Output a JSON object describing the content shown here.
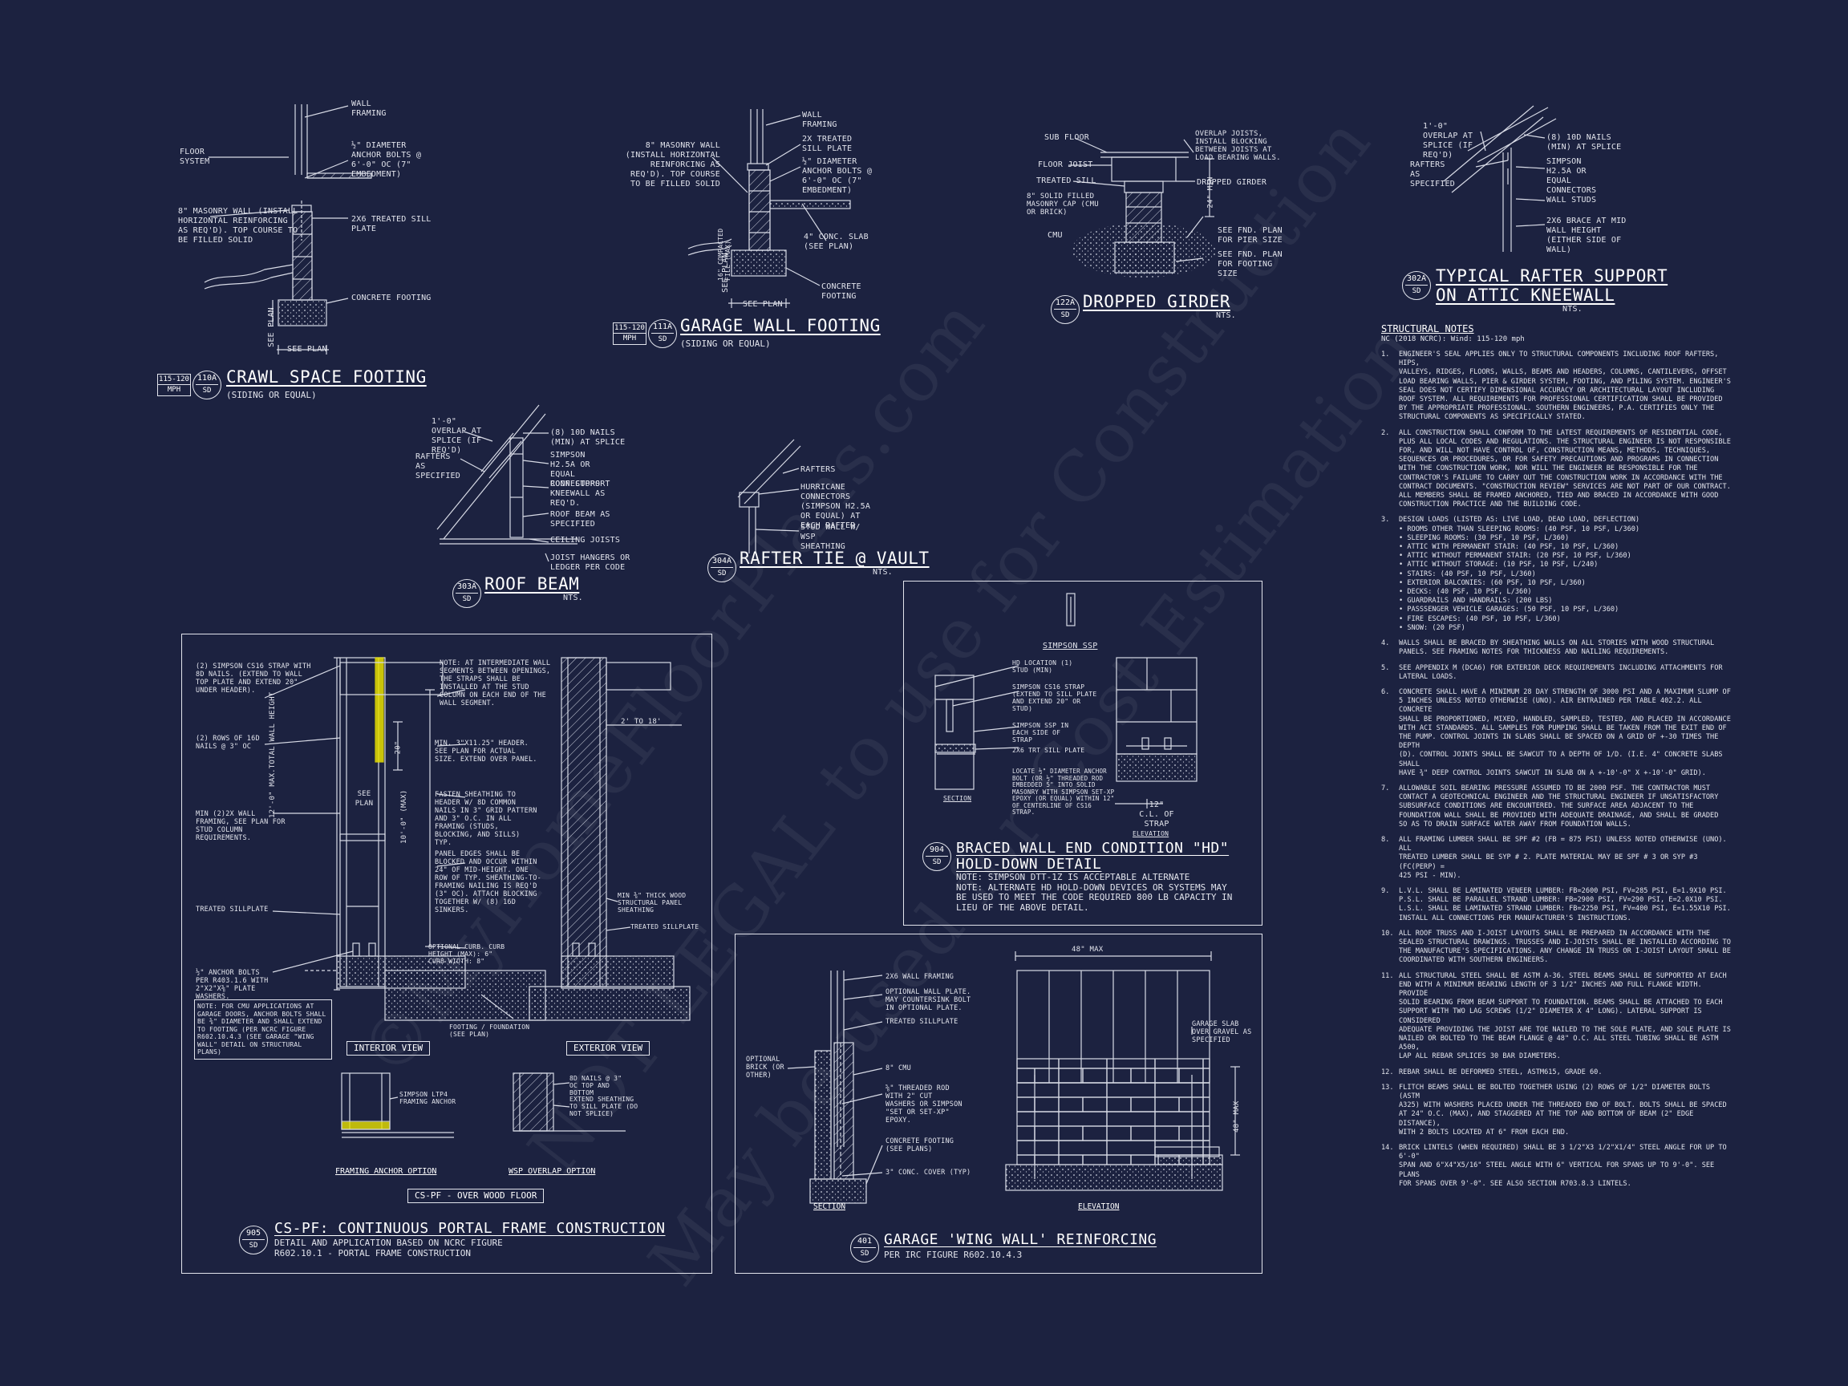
{
  "details": {
    "crawl": {
      "num": "110A",
      "sheet": "SD",
      "mph_top": "115-120",
      "mph_bot": "MPH",
      "title": "CRAWL SPACE FOOTING",
      "sub": "(SIDING OR EQUAL)",
      "labels": [
        "WALL FRAMING",
        "FLOOR SYSTEM",
        "½\" DIAMETER ANCHOR BOLTS @ 6'-0\" OC (7\" EMBEDMENT)",
        "8\" MASONRY WALL (INSTALL HORIZONTAL REINFORCING AS REQ'D). TOP COURSE TO BE FILLED SOLID",
        "2x6 TREATED SILL PLATE",
        "CONCRETE FOOTING",
        "SEE PLAN",
        "SEE PLAN"
      ]
    },
    "garage_wall": {
      "num": "111A",
      "sheet": "SD",
      "mph_top": "115-120",
      "mph_bot": "MPH",
      "title": "GARAGE WALL FOOTING",
      "sub": "(SIDING OR EQUAL)",
      "labels": [
        "WALL FRAMING",
        "2x TREATED SILL PLATE",
        "8\" MASONRY WALL (INSTALL HORIZONTAL REINFORCING AS REQ'D). TOP COURSE TO BE FILLED SOLID",
        "½\" DIAMETER ANCHOR BOLTS @ 6'-0\" OC (7\" EMBEDMENT)",
        "4\" CONC. SLAB (SEE PLAN)",
        "CONCRETE FOOTING",
        "SEE PLAN",
        "SEE PLAN",
        "16\" COMPACTED FILL (MAX)"
      ]
    },
    "girder": {
      "num": "122A",
      "sheet": "SD",
      "title": "DROPPED GIRDER",
      "nts": "NTS.",
      "labels": [
        "SUB FLOOR",
        "FLOOR JOIST",
        "TREATED SILL",
        "8\" SOLID FILLED MASONRY CAP (CMU OR BRICK)",
        "CMU",
        "OVERLAP JOISTS, INSTALL BLOCKING BETWEEN JOISTS AT LOAD BEARING WALLS.",
        "DROPPED GIRDER",
        "SEE FND. PLAN FOR PIER SIZE",
        "SEE FND. PLAN FOR FOOTING SIZE",
        "24\" MIN"
      ]
    },
    "rafter_support": {
      "num": "302A",
      "sheet": "SD",
      "title": "TYPICAL RAFTER SUPPORT",
      "title2": "ON ATTIC KNEEWALL",
      "nts": "NTS.",
      "labels": [
        "1'-0\" OVERLAP AT SPLICE (IF REQ'D)",
        "RAFTERS AS SPECIFIED",
        "(8) 10d NAILS (MIN) AT SPLICE",
        "SIMPSON H2.5A OR EQUAL CONNECTORS",
        "WALL STUDS",
        "2x6 BRACE AT MID WALL HEIGHT (EITHER SIDE OF WALL)"
      ]
    },
    "roof_beam": {
      "num": "303A",
      "sheet": "SD",
      "title": "ROOF BEAM",
      "nts": "NTS.",
      "labels": [
        "1'-0\" OVERLAP AT SPLICE (IF REQ'D)",
        "RAFTERS AS SPECIFIED",
        "(8) 10d NAILS (MIN) AT SPLICE",
        "SIMPSON H2.5A OR EQUAL CONNECTORS",
        "ROOF SUPPORT KNEEWALL AS REQ'D.",
        "ROOF BEAM AS SPECIFIED",
        "CEILING JOISTS",
        "JOIST HANGERS OR LEDGER PER CODE"
      ]
    },
    "rafter_tie": {
      "num": "304A",
      "sheet": "SD",
      "title": "RAFTER TIE @ VAULT",
      "nts": "NTS.",
      "labels": [
        "RAFTERS",
        "HURRICANE CONNECTORS (SIMPSON H2.5A OR EQUAL) AT EACH RAFTER",
        "STUD WALL W/ WSP SHEATHING"
      ]
    },
    "hold_down": {
      "num": "904",
      "sheet": "SD",
      "title": "BRACED WALL END CONDITION \"HD\"",
      "title2": "HOLD-DOWN DETAIL",
      "sub": "NOTE: SIMPSON DTT-1Z IS ACCEPTABLE ALTERNATE\nNOTE: ALTERNATE HD HOLD-DOWN DEVICES OR SYSTEMS MAY\nBE USED TO MEET THE CODE REQUIRED 800 LB CAPACITY IN\nLIEU OF THE ABOVE DETAIL.",
      "labels": [
        "SIMPSON SSP",
        "HD LOCATION (1) STUD (MIN)",
        "SIMPSON CS16 STRAP (EXTEND TO SILL PLATE AND EXTEND 20\" OR STUD)",
        "SIMPSON SSP IN EACH SIDE OF STRAP",
        "2x6 TRT SILL PLATE",
        "LOCATE ½\" DIAMETER ANCHOR BOLT (OR ½\" THREADED ROD EMBEDDED 5\" INTO SOLID MASONRY WITH SIMPSON SET-XP EPOXY (OR EQUAL) WITHIN 12\" OF CENTERLINE OF CS16 STRAP.",
        "12\" C.L. OF STRAP",
        "SECTION",
        "ELEVATION"
      ]
    },
    "portal": {
      "num": "905",
      "sheet": "SD",
      "title": "CS-PF: CONTINUOUS PORTAL FRAME CONSTRUCTION",
      "sub": "DETAIL AND APPLICATION BASED ON NCRC FIGURE\nR602.10.1 - PORTAL FRAME CONSTRUCTION",
      "labels": [
        "(2) SIMPSON CS16 STRAP WITH 8d NAILS. (EXTEND TO WALL TOP PLATE AND EXTEND 20\" UNDER HEADER).",
        "(2) ROWS OF 16d NAILS @ 3\" OC",
        "MIN (2)2X WALL FRAMING, SEE PLAN FOR STUD COLUMN REQUIREMENTS.",
        "TREATED SILLPLATE",
        "½\" ANCHOR BOLTS PER R403.1.6 WITH 2\"x2\"x⅜\" PLATE WASHERS.",
        "NOTE: FOR CMU APPLICATIONS AT GARAGE DOORS, ANCHOR BOLTS SHALL BE ⅜\" DIAMETER AND SHALL EXTEND TO FOOTING (PER NCRC FIGURE R602.10.4.3 (SEE GARAGE \"WING WALL\" DETAIL ON STRUCTURAL PLANS)",
        "NOTE: AT INTERMEDIATE WALL SEGMENTS BETWEEN OPENINGS, THE STRAPS SHALL BE INSTALLED AT THE STUD COLUMN ON EACH END OF THE WALL SEGMENT.",
        "MIN. 3\"x11.25\" HEADER. SEE PLAN FOR ACTUAL SIZE. EXTEND OVER PANEL.",
        "FASTEN SHEATHING TO HEADER W/ 8d COMMON NAILS IN 3\" GRID PATTERN AND 3\" O.C. IN ALL FRAMING (STUDS, BLOCKING, AND SILLS) TYP.",
        "PANEL EDGES SHALL BE BLOCKED AND OCCUR WITHIN 24\" OF MID-HEIGHT. ONE ROW OF TYP. SHEATHING-TO-FRAMING NAILING IS REQ'D (3\" OC). ATTACH BLOCKING TOGETHER W/ (8) 16d SINKERS.",
        "OPTIONAL CURB. CURB HEIGHT (MAX): 6\" CURB WIDTH: 8\"",
        "FOOTING / FOUNDATION (SEE PLAN)",
        "MIN ⅜\" THICK WOOD STRUCTURAL PANEL SHEATHING",
        "TREATED SILLPLATE",
        "20\"",
        "12'-0\" MAX.TOTAL WALL HEIGHT",
        "10'-0\" (MAX)",
        "2' TO 18'",
        "SEE PLAN",
        "SIMPSON LTP4 FRAMING ANCHOR",
        "8d NAILS @ 3\" OC TOP AND BOTTOM",
        "EXTEND SHEATHING TO SILL PLATE (DO NOT SPLICE)"
      ],
      "view_int": "INTERIOR VIEW",
      "view_ext": "EXTERIOR VIEW",
      "opt1": "FRAMING ANCHOR OPTION",
      "opt2": "WSP OVERLAP OPTION",
      "tag": "CS-PF - OVER WOOD FLOOR"
    },
    "wing_wall": {
      "num": "401",
      "sheet": "SD",
      "title": "GARAGE 'WING WALL' REINFORCING",
      "sub": "PER IRC FIGURE R602.10.4.3",
      "labels": [
        "2x6 WALL FRAMING",
        "OPTIONAL WALL PLATE. MAY COUNTERSINK BOLT IN OPTIONAL PLATE.",
        "TREATED SILLPLATE",
        "OPTIONAL BRICK (OR OTHER)",
        "8\" CMU",
        "⅝\" THREADED ROD WITH 2\" CUT WASHERS OR SIMPSON \"SET OR SET-XP\" EPOXY.",
        "CONCRETE FOOTING (SEE PLANS)",
        "3\" CONC. COVER (TYP)",
        "GARAGE SLAB OVER GRAVEL AS SPECIFIED",
        "48\" MAX",
        "48\" MAX",
        "SECTION",
        "ELEVATION"
      ]
    }
  },
  "structural_notes": {
    "heading": "STRUCTURAL NOTES",
    "ref": "NC (2018 NCRC): Wind: 115-120 mph",
    "items": [
      {
        "n": "1.",
        "lines": [
          "ENGINEER'S SEAL APPLIES ONLY TO STRUCTURAL COMPONENTS INCLUDING ROOF RAFTERS, HIPS,",
          "VALLEYS, RIDGES, FLOORS, WALLS, BEAMS AND HEADERS, COLUMNS, CANTILEVERS, OFFSET",
          "LOAD BEARING WALLS, PIER & GIRDER SYSTEM, FOOTING, AND PILING SYSTEM. ENGINEER'S",
          "SEAL DOES NOT CERTIFY DIMENSIONAL ACCURACY OR ARCHITECTURAL LAYOUT INCLUDING",
          "ROOF SYSTEM. ALL REQUIREMENTS FOR PROFESSIONAL CERTIFICATION SHALL BE PROVIDED",
          "BY THE APPROPRIATE PROFESSIONAL. SOUTHERN ENGINEERS, P.A. CERTIFIES ONLY THE",
          "STRUCTURAL COMPONENTS AS SPECIFICALLY STATED."
        ]
      },
      {
        "n": "2.",
        "lines": [
          "ALL CONSTRUCTION SHALL CONFORM TO THE LATEST REQUIREMENTS OF RESIDENTIAL CODE,",
          "PLUS ALL LOCAL CODES AND REGULATIONS. THE STRUCTURAL ENGINEER IS NOT RESPONSIBLE",
          "FOR, AND WILL NOT HAVE CONTROL OF, CONSTRUCTION MEANS, METHODS, TECHNIQUES,",
          "SEQUENCES OR PROCEDURES, OR FOR SAFETY PRECAUTIONS AND PROGRAMS IN CONNECTION",
          "WITH THE CONSTRUCTION WORK, NOR WILL THE ENGINEER BE RESPONSIBLE FOR THE",
          "CONTRACTOR'S FAILURE TO CARRY OUT THE CONSTRUCTION WORK IN ACCORDANCE WITH THE",
          "CONTRACT DOCUMENTS. \"CONSTRUCTION REVIEW\" SERVICES ARE NOT PART OF OUR CONTRACT.",
          "ALL MEMBERS SHALL BE FRAMED ANCHORED, TIED AND BRACED IN ACCORDANCE WITH GOOD",
          "CONSTRUCTION PRACTICE AND THE BUILDING CODE."
        ]
      },
      {
        "n": "3.",
        "lines": [
          "DESIGN LOADS (LISTED AS: LIVE LOAD, DEAD LOAD, DEFLECTION)",
          "•  ROOMS OTHER THAN SLEEPING ROOMS: (40 PSF, 10 PSF, L/360)",
          "•  SLEEPING ROOMS: (30 PSF, 10 PSF, L/360)",
          "•  ATTIC WITH PERMANENT STAIR: (40 PSF, 10 PSF, L/360)",
          "•  ATTIC WITHOUT PERMANENT STAIR: (20 PSF, 10 PSF, L/360)",
          "•  ATTIC WITHOUT STORAGE: (10 PSF, 10 PSF, L/240)",
          "•  STAIRS: (40 PSF, 10 PSF, L/360)",
          "•  EXTERIOR BALCONIES: (60 PSF, 10 PSF, L/360)",
          "•  DECKS: (40 PSF, 10 PSF, L/360)",
          "•  GUARDRAILS AND HANDRAILS: (200 LBS)",
          "•  PASSSENGER VEHICLE GARAGES: (50 PSF, 10 PSF, L/360)",
          "•  FIRE ESCAPES: (40 PSF, 10 PSF, L/360)",
          "•  SNOW: (20 PSF)"
        ]
      },
      {
        "n": "4.",
        "lines": [
          "WALLS SHALL BE BRACED BY SHEATHING WALLS ON ALL STORIES WITH WOOD STRUCTURAL",
          "PANELS. SEE FRAMING NOTES FOR THICKNESS AND NAILING REQUIREMENTS."
        ]
      },
      {
        "n": "5.",
        "lines": [
          "SEE APPENDIX M (DCA6) FOR EXTERIOR DECK REQUIREMENTS INCLUDING ATTACHMENTS FOR",
          "LATERAL LOADS."
        ]
      },
      {
        "n": "6.",
        "lines": [
          "CONCRETE SHALL HAVE A MINIMUM 28 DAY STRENGTH OF 3000 PSI AND A MAXIMUM SLUMP OF",
          "5 INCHES UNLESS NOTED OTHERWISE (UNO). AIR ENTRAINED PER TABLE 402.2. ALL CONCRETE",
          "SHALL BE PROPORTIONED, MIXED, HANDLED, SAMPLED, TESTED, AND PLACED IN ACCORDANCE",
          "WITH ACI STANDARDS. ALL SAMPLES FOR PUMPING SHALL BE TAKEN FROM THE EXIT END OF",
          "THE PUMP. CONTROL JOINTS IN SLABS SHALL BE SPACED ON A GRID OF +-30 TIMES THE DEPTH",
          "(D). CONTROL JOINTS SHALL BE SAWCUT TO A DEPTH OF 1/D. (I.E. 4\" CONCRETE SLABS SHALL",
          "HAVE ¾\" DEEP CONTROL JOINTS SAWCUT IN SLAB ON A +-10'-0\" x +-10'-0\" GRID)."
        ]
      },
      {
        "n": "7.",
        "lines": [
          "ALLOWABLE SOIL BEARING PRESSURE ASSUMED TO BE 2000 PSF. THE CONTRACTOR MUST",
          "CONTACT A GEOTECHNICAL ENGINEER AND THE STRUCTURAL ENGINEER IF UNSATISFACTORY",
          "SUBSURFACE CONDITIONS ARE ENCOUNTERED. THE SURFACE AREA ADJACENT TO THE",
          "FOUNDATION WALL SHALL BE PROVIDED WITH ADEQUATE DRAINAGE, AND SHALL BE GRADED",
          "SO AS TO DRAIN SURFACE WATER AWAY FROM FOUNDATION WALLS."
        ]
      },
      {
        "n": "8.",
        "lines": [
          "ALL FRAMING LUMBER SHALL BE SPF #2 (Fb = 875 PSI) UNLESS NOTED OTHERWISE (UNO). ALL",
          "TREATED LUMBER SHALL BE SYP # 2. PLATE MATERIAL MAY BE SPF # 3 OR SYP #3 (Fc(perp) =",
          "425 PSI - MIN)."
        ]
      },
      {
        "n": "9.",
        "lines": [
          "L.V.L. SHALL BE LAMINATED VENEER LUMBER: Fb=2600 PSI, Fv=285 PSI, E=1.9x10  PSI.",
          "P.S.L. SHALL BE PARALLEL STRAND LUMBER: Fb=2900 PSI, Fv=290 PSI, E=2.0x10  PSI.",
          "L.S.L. SHALL BE LAMINATED STRAND LUMBER: Fb=2250 PSI, Fv=400 PSI, E=1.55x10  PSI.",
          "INSTALL ALL CONNECTIONS PER MANUFACTURER'S INSTRUCTIONS."
        ]
      },
      {
        "n": "10.",
        "lines": [
          "ALL ROOF TRUSS AND I-JOIST LAYOUTS SHALL BE PREPARED IN ACCORDANCE WITH THE",
          "SEALED STRUCTURAL DRAWINGS. TRUSSES AND I-JOISTS SHALL BE INSTALLED ACCORDING TO",
          "THE MANUFACTURE'S SPECIFICATIONS. ANY CHANGE IN TRUSS OR I-JOIST LAYOUT SHALL BE",
          "COORDINATED WITH SOUTHERN ENGINEERS."
        ]
      },
      {
        "n": "11.",
        "lines": [
          "ALL STRUCTURAL STEEL SHALL BE ASTM A-36. STEEL BEAMS SHALL BE SUPPORTED AT EACH",
          "END WITH A MINIMUM BEARING LENGTH OF 3 1/2\" INCHES AND FULL FLANGE WIDTH. PROVIDE",
          "SOLID BEARING FROM BEAM SUPPORT TO FOUNDATION. BEAMS SHALL BE ATTACHED TO EACH",
          "SUPPORT WITH TWO LAG SCREWS (1/2\" DIAMETER x 4\" LONG). LATERAL SUPPORT IS CONSIDERED",
          "ADEQUATE PROVIDING THE JOIST ARE TOE NAILED TO THE SOLE PLATE, AND SOLE PLATE IS",
          "NAILED OR BOLTED TO THE BEAM FLANGE @ 48\" O.C. ALL STEEL TUBING SHALL BE ASTM A500,",
          "LAP ALL REBAR SPLICES 30 BAR DIAMETERS."
        ]
      },
      {
        "n": "12.",
        "lines": [
          "REBAR SHALL BE DEFORMED STEEL, ASTM615, GRADE 60."
        ]
      },
      {
        "n": "13.",
        "lines": [
          "FLITCH BEAMS SHALL BE BOLTED TOGETHER USING (2) ROWS OF 1/2\" DIAMETER BOLTS (ASTM",
          "A325) WITH WASHERS PLACED UNDER THE THREADED END OF BOLT. BOLTS SHALL BE SPACED",
          "AT 24\" O.C. (MAX), AND STAGGERED AT THE TOP AND BOTTOM OF BEAM (2\" EDGE DISTANCE),",
          "WITH 2 BOLTS LOCATED AT 6\" FROM EACH END."
        ]
      },
      {
        "n": "14.",
        "lines": [
          "BRICK LINTELS (WHEN REQUIRED) SHALL BE 3 1/2\"x3 1/2\"x1/4\" STEEL ANGLE FOR UP TO 6'-0\"",
          "SPAN AND 6\"x4\"x5/16\" STEEL ANGLE WITH 6\" VERTICAL FOR SPANS UP TO 9'-0\". SEE PLANS",
          "FOR SPANS OVER 9'-0\". SEE ALSO SECTION R703.8.3 LINTELS."
        ]
      }
    ]
  },
  "watermark": {
    "line1": "©MyHomeFloorPlans.com",
    "line2": "NOT LEGAL to use for Construction",
    "line3": "May be used for Cost Estimation"
  },
  "colors": {
    "background": "#1c2240",
    "linework": "#e2e4ec",
    "highlight": "#e8e000"
  }
}
